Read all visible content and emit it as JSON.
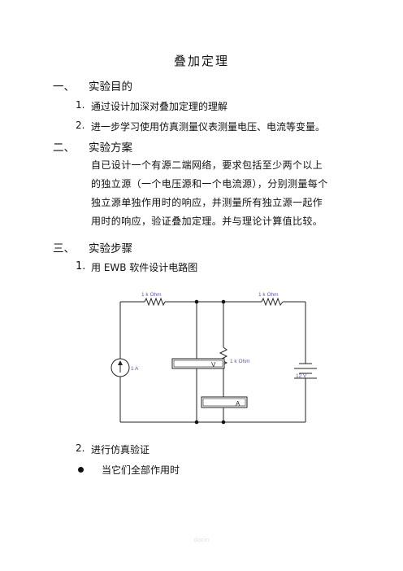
{
  "title": "叠加定理",
  "sections": [
    {
      "num": "一、",
      "heading": "实验目的"
    },
    {
      "num": "二、",
      "heading": "实验方案"
    },
    {
      "num": "三、",
      "heading": "实验步骤"
    }
  ],
  "objectives": [
    {
      "num": "1.",
      "text": "通过设计加深对叠加定理的理解"
    },
    {
      "num": "2.",
      "text": "进一步学习使用仿真测量仪表测量电压、电流等变量。"
    }
  ],
  "plan_lines": [
    "自已设计一个有源二端网络，要求包括至少两个以上",
    "的独立源（一个电压源和一个电流源），分别测量每个",
    "独立源单独作用时的响应，并测量所有独立源一起作",
    "用时的响应，验证叠加定理。并与理论计算值比较。"
  ],
  "steps": [
    {
      "num": "1.",
      "text": "用 EWB 软件设计电路图"
    },
    {
      "num": "2.",
      "text": "进行仿真验证"
    }
  ],
  "bullet_text": "当它们全部作用时",
  "circuit": {
    "r1_label": "1 k Ohm",
    "r2_label": "1 k Ohm",
    "r3_label": "1 k Ohm",
    "current_source_label": "1 A",
    "voltage_source_label": "12 V",
    "voltmeter_label": "V",
    "ammeter_label": "A",
    "label_color": "#5a5aa0"
  },
  "footer": "docin"
}
